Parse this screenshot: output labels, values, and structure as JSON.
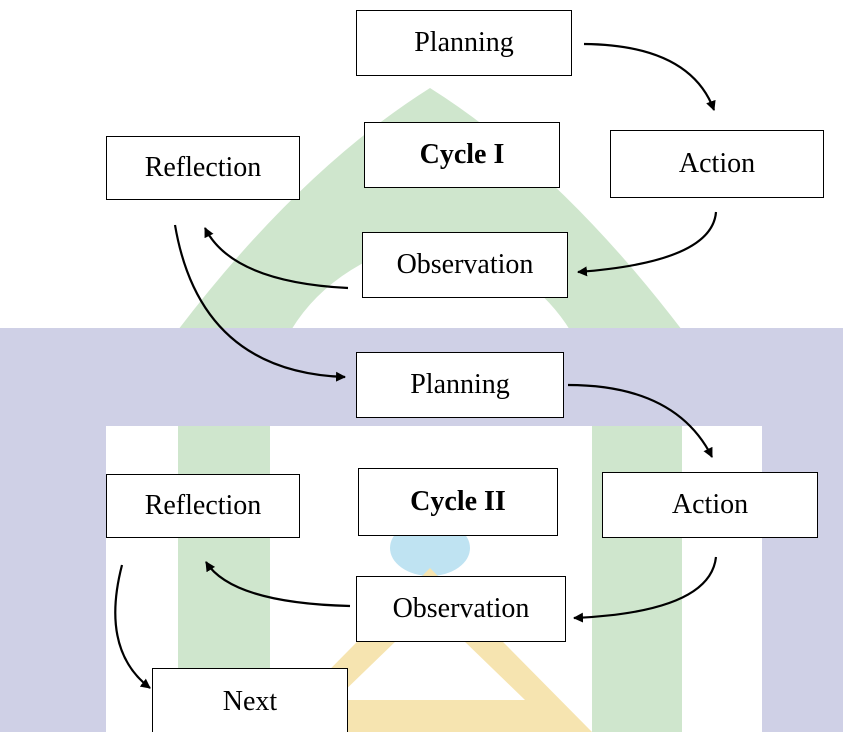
{
  "cycle1": {
    "planning": "Planning",
    "action": "Action",
    "observation": "Observation",
    "reflection": "Reflection",
    "label": "Cycle I"
  },
  "cycle2": {
    "planning": "Planning",
    "action": "Action",
    "observation": "Observation",
    "reflection": "Reflection",
    "label": "Cycle II"
  },
  "next": "Next",
  "colors": {
    "watermark_green": "#cfe6cd",
    "watermark_lavender": "#cfd0e6",
    "watermark_yellow": "#f6e4b0",
    "watermark_blue": "#bfe3f2",
    "line": "#000000"
  }
}
